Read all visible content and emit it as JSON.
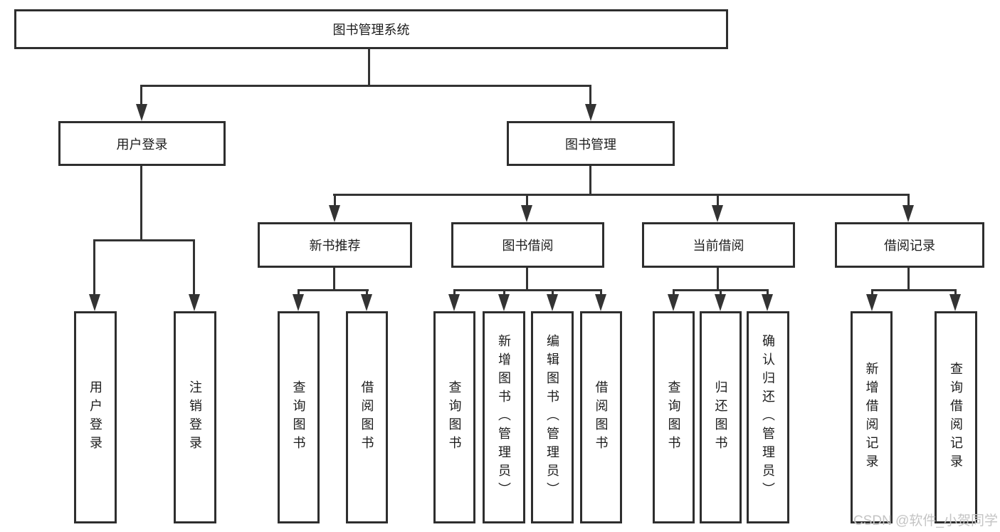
{
  "tree": {
    "root": {
      "label": "图书管理系统"
    },
    "branches": [
      {
        "label": "用户登录",
        "children": [
          {
            "label": "用户登录"
          },
          {
            "label": "注销登录"
          }
        ]
      },
      {
        "label": "图书管理",
        "children": [
          {
            "label": "新书推荐",
            "children": [
              {
                "label": "查询图书"
              },
              {
                "label": "借阅图书"
              }
            ]
          },
          {
            "label": "图书借阅",
            "children": [
              {
                "label": "查询图书"
              },
              {
                "label": "新增图书（管理员）"
              },
              {
                "label": "编辑图书（管理员）"
              },
              {
                "label": "借阅图书"
              }
            ]
          },
          {
            "label": "当前借阅",
            "children": [
              {
                "label": "查询图书"
              },
              {
                "label": "归还图书"
              },
              {
                "label": "确认归还（管理员）"
              }
            ]
          },
          {
            "label": "借阅记录",
            "children": [
              {
                "label": "新增借阅记录"
              },
              {
                "label": "查询借阅记录"
              }
            ]
          }
        ]
      }
    ]
  },
  "watermark": {
    "text": "CSDN @软件_小贺同学"
  },
  "colors": {
    "line": "#333333",
    "box_border": "#2e2e2e",
    "text": "#1c1c1c",
    "watermark": "#c4c4c4",
    "background": "#ffffff"
  }
}
